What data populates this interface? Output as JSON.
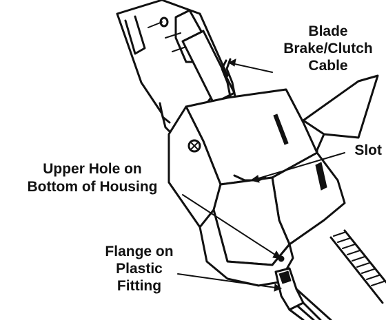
{
  "labels": {
    "cable_line1": "Blade",
    "cable_line2": "Brake/Clutch",
    "cable_line3": "Cable",
    "slot": "Slot",
    "hole_line1": "Upper Hole on",
    "hole_line2": "Bottom of Housing",
    "flange_line1": "Flange on",
    "flange_line2": "Plastic",
    "flange_line3": "Fitting"
  },
  "colors": {
    "ink": "#111111",
    "paper": "#ffffff"
  }
}
